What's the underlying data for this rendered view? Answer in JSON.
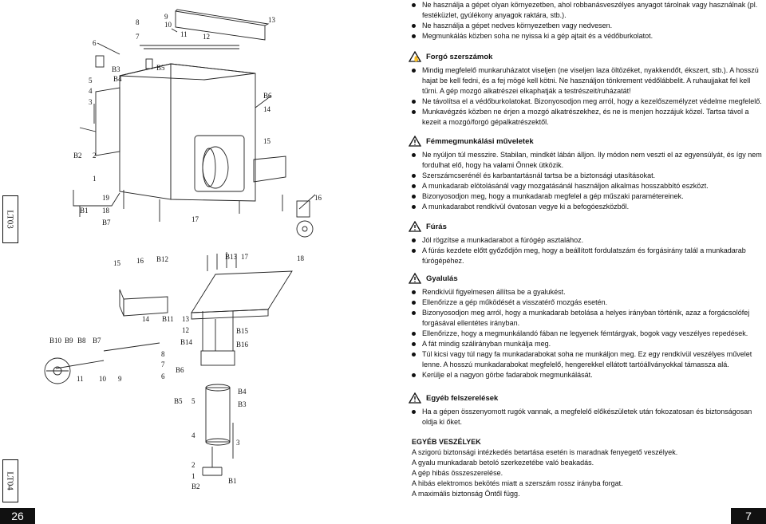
{
  "left": {
    "page_number": "26",
    "box_labels": [
      "LT03",
      "LT04"
    ],
    "diagram_top_labels": [
      "6",
      "7",
      "8",
      "9",
      "10",
      "11",
      "12",
      "13",
      "B3",
      "B4",
      "B5",
      "5",
      "4",
      "3",
      "B6",
      "14",
      "15",
      "B2",
      "2",
      "1",
      "19",
      "B1",
      "18",
      "B7",
      "17",
      "16"
    ],
    "diagram_mid_labels": [
      "15",
      "16",
      "B12",
      "B13",
      "17",
      "18",
      "B10",
      "B9",
      "B8",
      "B7",
      "14",
      "B11",
      "13",
      "12",
      "B14",
      "B15",
      "B16",
      "11",
      "10",
      "9",
      "8",
      "7",
      "6",
      "B6",
      "B4",
      "B5",
      "5",
      "B3"
    ],
    "diagram_bottom_labels": [
      "4",
      "3",
      "2",
      "1",
      "B2",
      "B1"
    ]
  },
  "right": {
    "page_number": "7",
    "intro_items": [
      "Ne használja a gépet olyan környezetben, ahol robbanásveszélyes anyagot tárolnak vagy használnak (pl. festéküzlet, gyúlékony anyagok raktára, stb.).",
      "Ne használja a gépet nedves környezetben vagy nedvesen.",
      "Megmunkálás közben soha ne nyissa ki a gép ajtait és a védőburkolatot."
    ],
    "sections": [
      {
        "title": "Forgó szerszámok",
        "items": [
          "Mindig megfelelő munkaruházatot viseljen (ne viseljen laza öltözéket, nyakkendőt, ékszert, stb.). A hosszú hajat be kell fedni, és a fej mögé kell kötni. Ne használjon tönkrement védőlábbelit. A ruhaujjakat fel kell tűrni. A gép mozgó alkatrészei elkaphatják a testrészeit/ruházatát!",
          "Ne távolítsa el a védőburkolatokat. Bizonyosodjon meg arról, hogy a kezelőszemélyzet védelme megfelelő.",
          "Munkavégzés közben ne érjen a mozgó alkatrészekhez, és ne is menjen hozzájuk közel. Tartsa távol a kezeit a mozgó/forgó gépalkatrészektől."
        ]
      },
      {
        "title": "Fémmegmunkálási műveletek",
        "items": [
          "Ne nyúljon túl messzire. Stabilan, mindkét lábán álljon. Ily módon nem veszti el az egyensúlyát, és így nem fordulhat elő, hogy ha valami Önnek ütközik.",
          "Szerszámcserénél és karbantartásnál tartsa be a biztonsági utasításokat.",
          "A munkadarab elötolásánál vagy mozgatásánál használjon alkalmas hosszabbító eszközt.",
          "Bizonyosodjon meg, hogy a munkadarab megfelel a gép műszaki paramétereinek.",
          "A munkadarabot rendkívül óvatosan vegye ki a befogóeszközből."
        ]
      },
      {
        "title": "Fúrás",
        "items": [
          "Jól rögzítse a munkadarabot a fúrógép asztalához.",
          "A fúrás kezdete előtt győződjön meg, hogy a beállított fordulatszám és forgásirány talál a munkadarab fúrógépéhez."
        ]
      },
      {
        "title": "Gyalulás",
        "items": [
          "Rendkívül figyelmesen állítsa be a gyalukést.",
          "Ellenőrizze a gép működését a visszatérő mozgás esetén.",
          "Bizonyosodjon meg arról, hogy a munkadarab betolása a helyes irányban történik, azaz a forgácsolófej forgásával ellentétes irányban.",
          "Ellenőrizze, hogy a megmunkálandó fában ne legyenek fémtárgyak, bogok vagy veszélyes repedések.",
          "A fát mindig szálirányban munkálja meg.",
          "Túl kicsi vagy túl nagy fa munkadarabokat soha ne munkáljon meg. Ez egy rendkívül veszélyes művelet lenne. A hosszú munkadarabokat megfelelő, hengerekkel ellátott tartóállványokkal támassza alá.",
          "Kerülje el a nagyon görbe fadarabok megmunkálását."
        ]
      },
      {
        "title": "Egyéb felszerelések",
        "items": [
          "Ha a gépen összenyomott rugók vannak, a megfelelő előkészületek után fokozatosan és biztonságosan oldja ki őket."
        ]
      }
    ],
    "other_title": "EGYÉB VESZÉLYEK",
    "other_intro": "A szigorú biztonsági intézkedés betartása esetén is maradnak fenyegető veszélyek.",
    "other_items": [
      "A gyalu munkadarab betoló szerkezetébe való beakadás.",
      "A gép hibás összeszerelése.",
      "A hibás elektromos bekötés miatt a szerszám rossz irányba forgat."
    ],
    "other_outro": "A maximális biztonság Öntől függ."
  },
  "colors": {
    "ink": "#111111",
    "page_tab": "#111111"
  }
}
